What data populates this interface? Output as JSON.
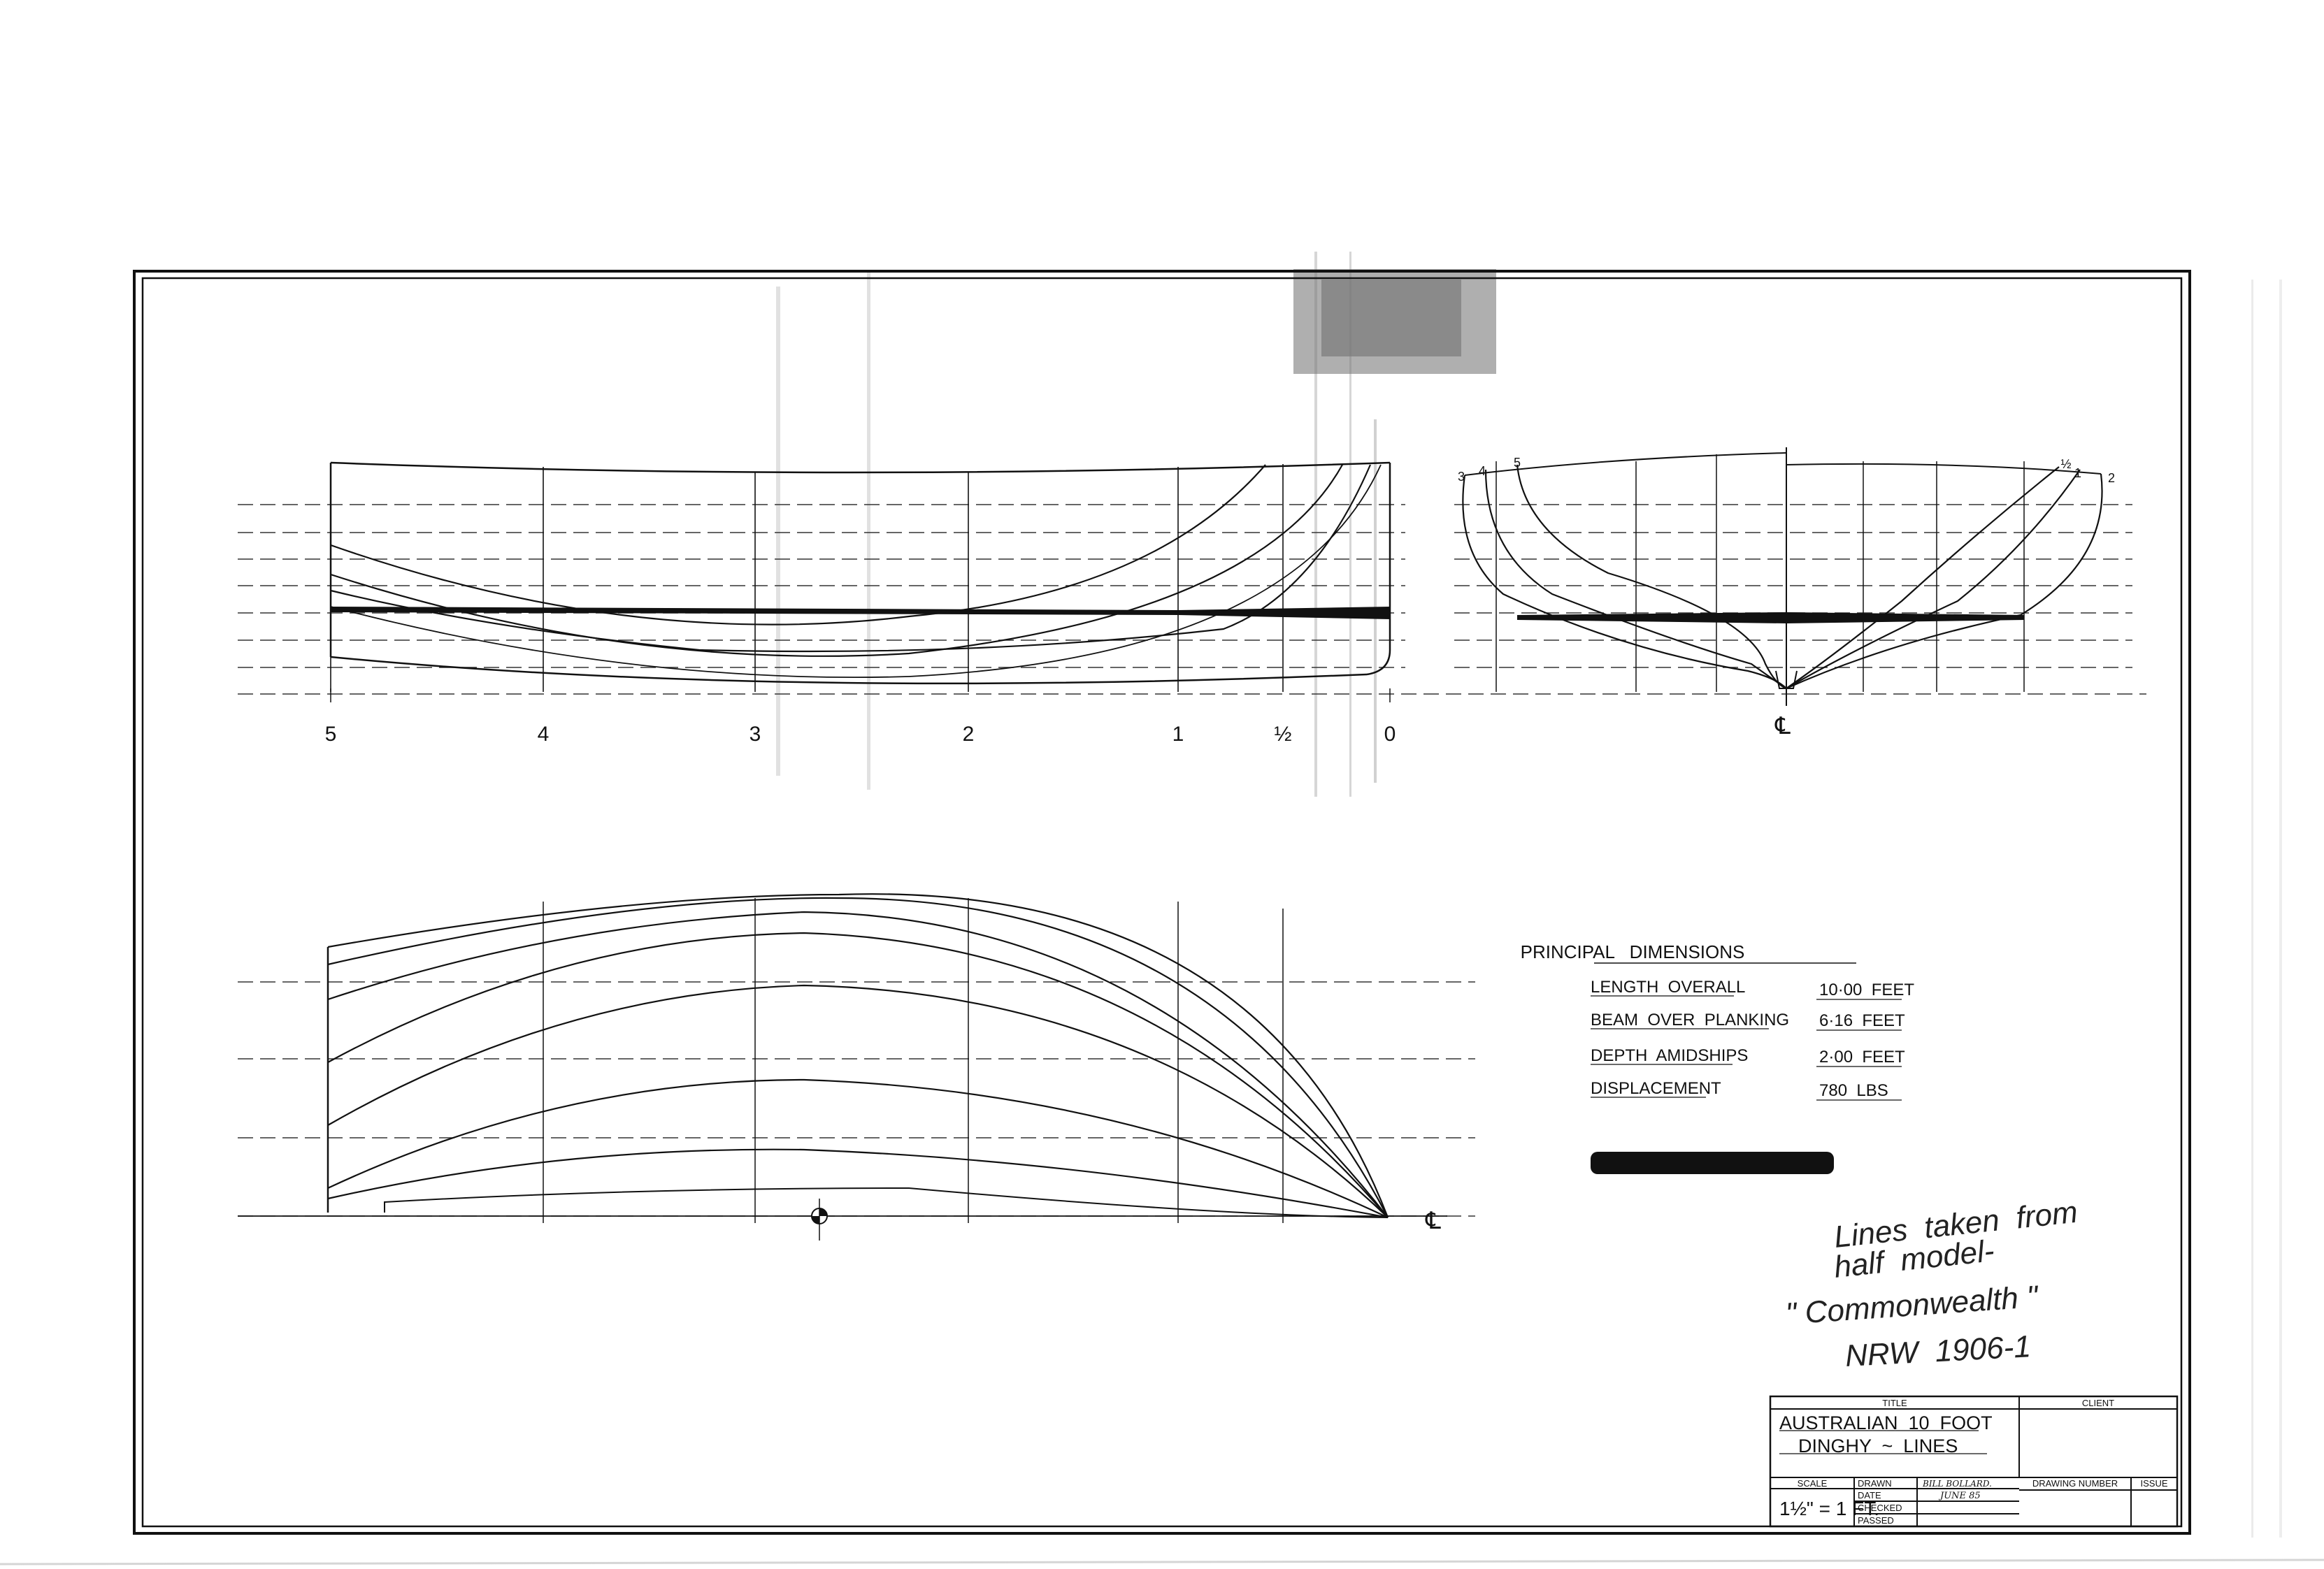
{
  "profile_stations": [
    "5",
    "4",
    "3",
    "2",
    "1",
    "½",
    "0"
  ],
  "body_plan_left_labels": [
    "3",
    "4",
    "5"
  ],
  "body_plan_right_labels": [
    "½",
    "1",
    "2"
  ],
  "centerline_symbol": "℄",
  "principal_dimensions": {
    "heading": "PRINCIPAL   DIMENSIONS",
    "rows": [
      {
        "label": "LENGTH  OVERALL",
        "value": "10·00  FEET"
      },
      {
        "label": "BEAM  OVER  PLANKING",
        "value": "6·16  FEET"
      },
      {
        "label": "DEPTH  AMIDSHIPS",
        "value": "2·00  FEET"
      },
      {
        "label": "DISPLACEMENT",
        "value": "780  LBS"
      }
    ]
  },
  "handwritten_note": [
    "Lines  taken  from",
    "half  model-",
    "\" Commonwealth \"",
    "NRW  1906-1"
  ],
  "title_block": {
    "title_header": "TITLE",
    "client_header": "CLIENT",
    "title_line1": "AUSTRALIAN  10  FOOT",
    "title_line2": "DINGHY  ~  LINES",
    "scale_header": "SCALE",
    "scale_value": "1½\" = 1 FT.",
    "drawn_label": "DRAWN",
    "drawn_value": "BILL BOLLARD.",
    "date_label": "DATE",
    "date_value": "JUNE 85",
    "checked_label": "CHECKED",
    "passed_label": "PASSED",
    "drawing_number_header": "DRAWING NUMBER",
    "issue_header": "ISSUE"
  }
}
